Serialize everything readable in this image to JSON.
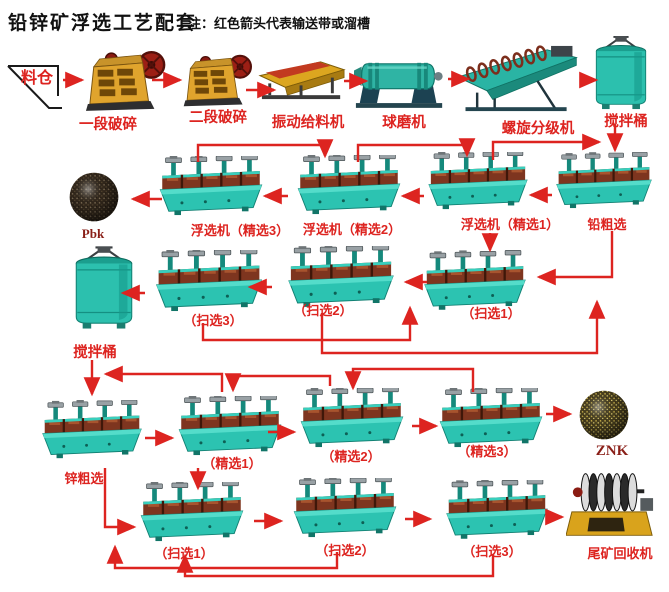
{
  "title": "铅锌矿浮选工艺配套",
  "note": "注：红色箭头代表输送带或溜槽",
  "colors": {
    "arrow_red": "#dd2420",
    "label_red": "#dd2420",
    "concentrate_label_red": "#8a1f18",
    "machine_teal": "#2cc3b1",
    "rotor_brown": "#7e351f",
    "crusher_yellow": "#e0a42d",
    "title_black": "#111111"
  },
  "labels": {
    "silo": "料仓",
    "crusher1": "一段破碎",
    "crusher2": "二段破碎",
    "feeder": "振动给料机",
    "ball_mill": "球磨机",
    "classifier": "螺旋分级机",
    "agitator1": "搅拌桶",
    "pb_rougher": "铅粗选",
    "pb_cleaner1": "浮选机（精选1）",
    "pb_cleaner2": "浮选机（精选2）",
    "pb_cleaner3": "浮选机（精选3）",
    "pb_concentrate": "Pbk",
    "pb_scav1": "（扫选1）",
    "pb_scav2": "（扫选2）",
    "pb_scav3": "（扫选3）",
    "agitator2": "搅拌桶",
    "zn_rougher": "锌粗选",
    "zn_cleaner1": "（精选1）",
    "zn_cleaner2": "（精选2）",
    "zn_cleaner3": "（精选3）",
    "zn_concentrate": "ZNK",
    "zn_scav1": "（扫选1）",
    "zn_scav2": "（扫选2）",
    "zn_scav3": "（扫选3）",
    "tailings": "尾矿回收机"
  }
}
